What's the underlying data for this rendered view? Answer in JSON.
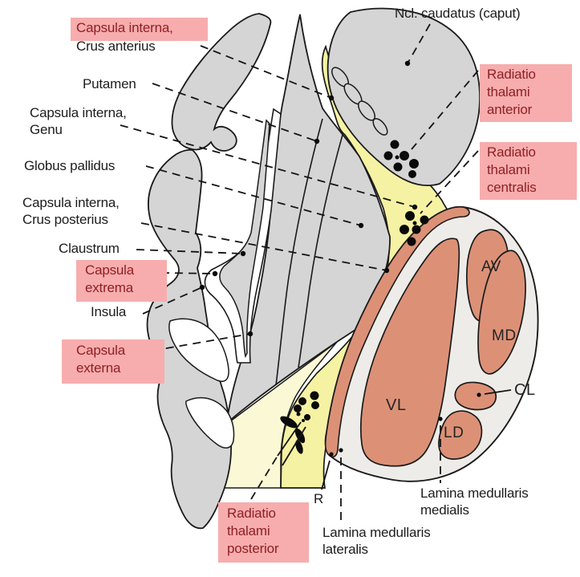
{
  "colors": {
    "highlight_pink": "#f7adad",
    "highlight_text_red": "#8e2026",
    "cortex_gray": "#d5d5d6",
    "capsule_yellow": "#f6f2a3",
    "pale_yellow": "#fbf8d6",
    "thalamus_salmon": "#dc9177",
    "thalamus_matrix": "#edece8",
    "outline_black": "#1a1a1a"
  },
  "labels": {
    "ncl_caudatus": {
      "text": "Ncl. caudatus (caput)"
    },
    "ci_anterius": {
      "line1": "Capsula interna,",
      "line2": "Crus anterius",
      "highlighted": "line1 only"
    },
    "putamen": {
      "text": "Putamen"
    },
    "ci_genu": {
      "line1": "Capsula interna,",
      "line2": "Genu"
    },
    "globus_pallidus": {
      "text": "Globus pallidus"
    },
    "ci_posterius": {
      "line1": "Capsula interna,",
      "line2": "Crus posterius"
    },
    "claustrum": {
      "text": "Claustrum"
    },
    "capsula_extrema": {
      "line1": "Capsula",
      "line2": "extrema",
      "highlighted": true
    },
    "insula": {
      "text": "Insula"
    },
    "capsula_externa": {
      "line1": "Capsula",
      "line2": "externa",
      "highlighted": true
    },
    "radiatio_anterior": {
      "line1": "Radiatio",
      "line2": "thalami",
      "line3": "anterior",
      "highlighted": true
    },
    "radiatio_centralis": {
      "line1": "Radiatio",
      "line2": "thalami",
      "line3": "centralis",
      "highlighted": true
    },
    "radiatio_posterior": {
      "line1": "Radiatio",
      "line2": "thalami",
      "line3": "posterior",
      "highlighted": true
    },
    "lamina_medialis": {
      "line1": "Lamina medullaris",
      "line2": "medialis"
    },
    "lamina_lateralis": {
      "line1": "Lamina medullaris",
      "line2": "lateralis"
    },
    "r_abbrev": {
      "text": "R"
    },
    "nuclei": {
      "av": "AV",
      "md": "MD",
      "vl": "VL",
      "ld": "LD",
      "cl": "CL"
    }
  }
}
